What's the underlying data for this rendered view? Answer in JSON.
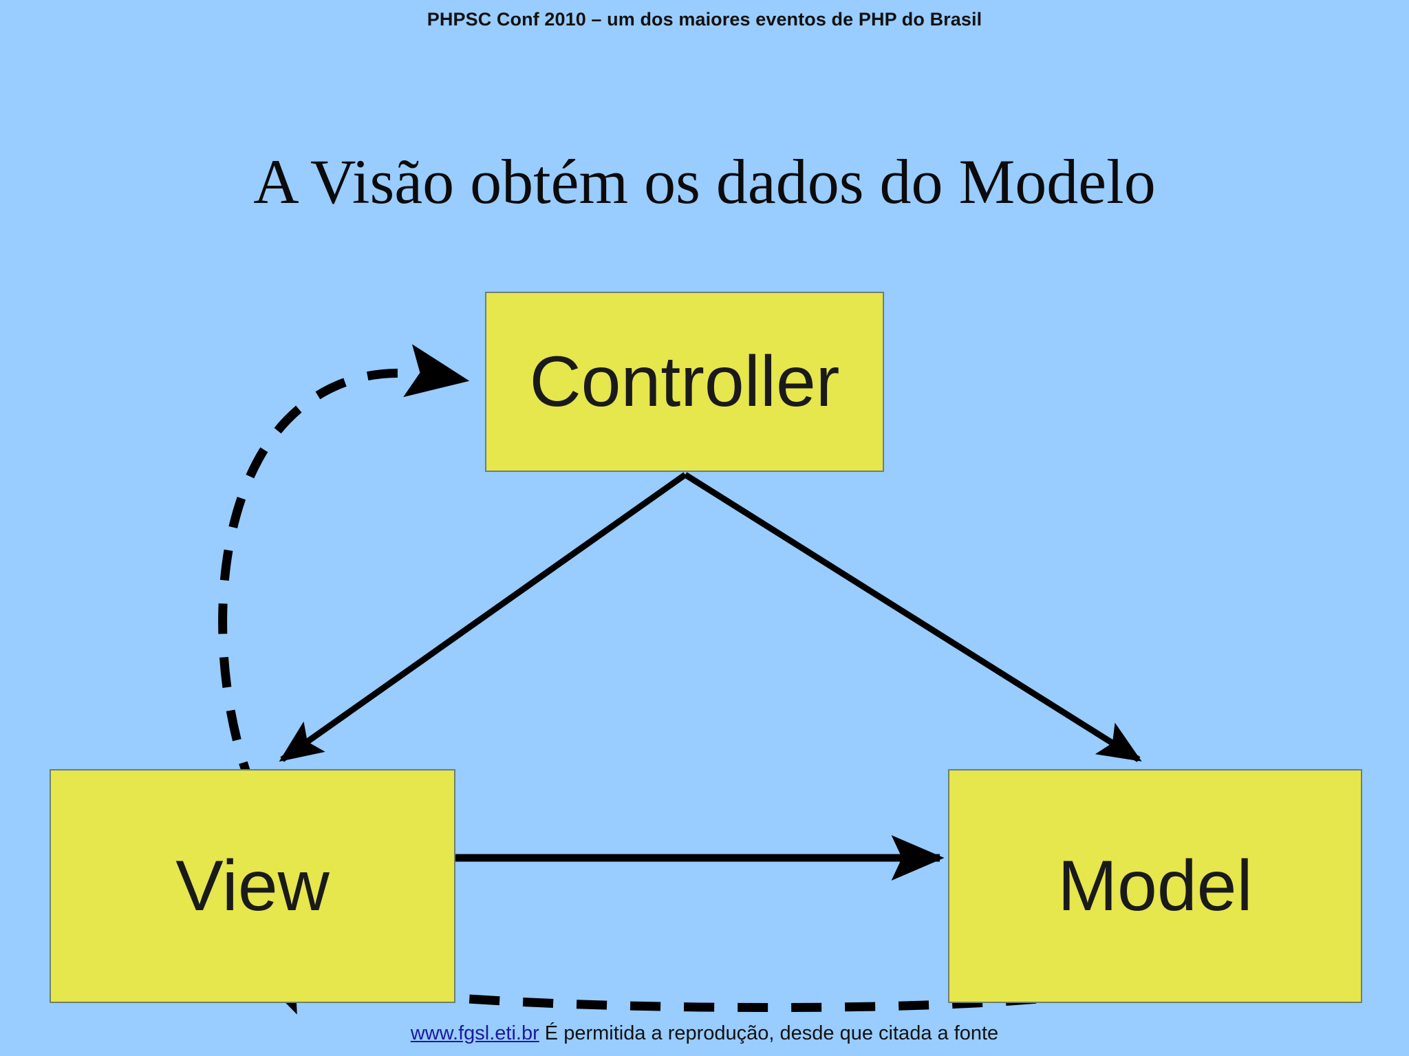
{
  "header": {
    "text": "PHPSC Conf 2010 – um dos maiores eventos de PHP do Brasil"
  },
  "title": {
    "text": "A Visão obtém os dados do Modelo"
  },
  "diagram": {
    "type": "mvc-flow-diagram",
    "nodes": [
      {
        "id": "controller",
        "label": "Controller"
      },
      {
        "id": "view",
        "label": "View"
      },
      {
        "id": "model",
        "label": "Model"
      }
    ],
    "edges": [
      {
        "from": "view",
        "to": "controller",
        "style": "dashed",
        "arrow": "end"
      },
      {
        "from": "controller",
        "to": "view",
        "style": "solid",
        "arrow": "end"
      },
      {
        "from": "controller",
        "to": "model",
        "style": "solid",
        "arrow": "end"
      },
      {
        "from": "view",
        "to": "model",
        "style": "solid",
        "arrow": "end"
      },
      {
        "from": "model",
        "to": "view",
        "style": "dashed",
        "arrow": "end"
      }
    ]
  },
  "colors": {
    "background": "#99ccff",
    "box_fill": "#e6e64d",
    "box_border": "#6f7f70",
    "line": "#000000",
    "link": "#1a1a9c",
    "text": "#111111"
  },
  "footer": {
    "link_text": "www.fgsl.eti.br",
    "note_text": " É permitida a reprodução, desde que citada a fonte"
  }
}
